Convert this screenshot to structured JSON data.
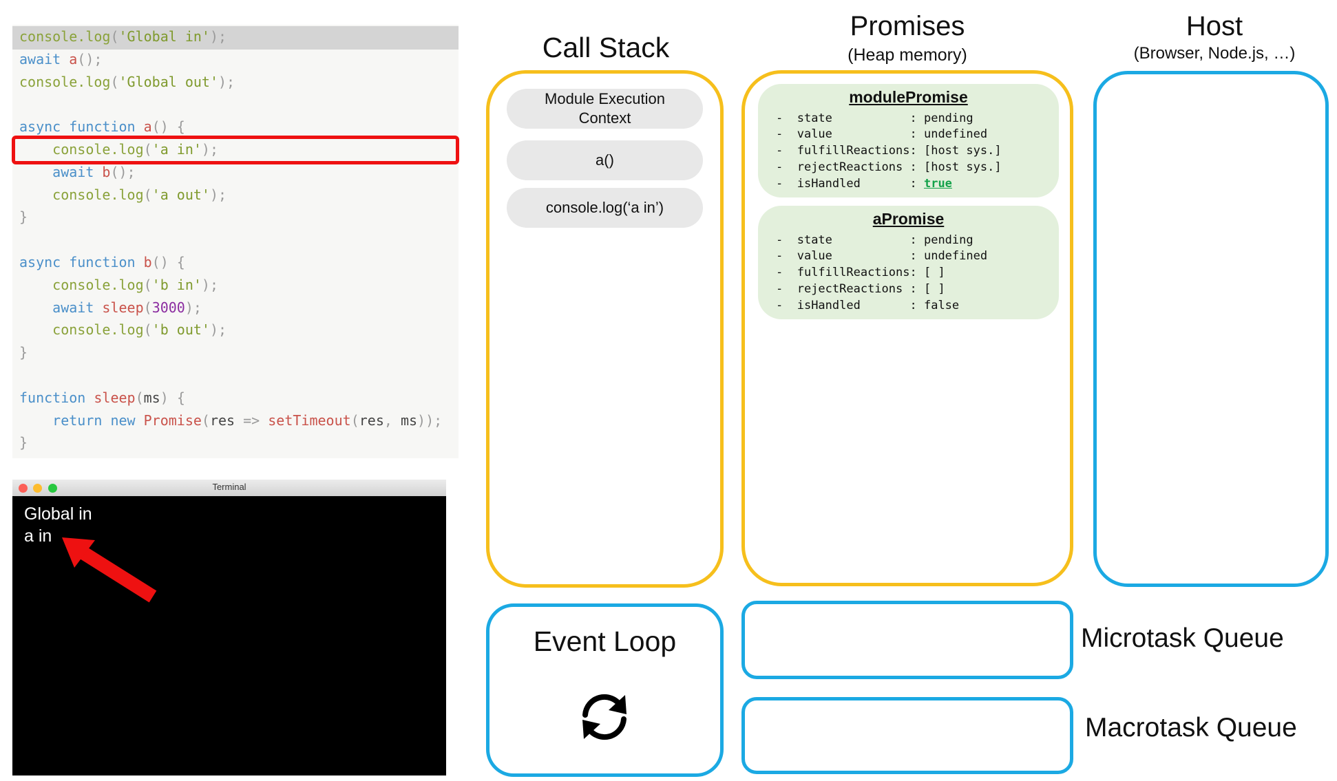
{
  "code": {
    "lines": [
      [
        [
          "log",
          "console.log"
        ],
        [
          "pn",
          "("
        ],
        [
          "str",
          "'Global in'"
        ],
        [
          "pn",
          ");"
        ]
      ],
      [
        [
          "kw",
          "await "
        ],
        [
          "fn",
          "a"
        ],
        [
          "pn",
          "();"
        ]
      ],
      [
        [
          "log",
          "console.log"
        ],
        [
          "pn",
          "("
        ],
        [
          "str",
          "'Global out'"
        ],
        [
          "pn",
          ");"
        ]
      ],
      [],
      [
        [
          "kw",
          "async function "
        ],
        [
          "fn",
          "a"
        ],
        [
          "pn",
          "() {"
        ]
      ],
      [
        [
          "id",
          "    "
        ],
        [
          "log",
          "console.log"
        ],
        [
          "pn",
          "("
        ],
        [
          "str",
          "'a in'"
        ],
        [
          "pn",
          ");"
        ]
      ],
      [
        [
          "id",
          "    "
        ],
        [
          "kw",
          "await "
        ],
        [
          "fn",
          "b"
        ],
        [
          "pn",
          "();"
        ]
      ],
      [
        [
          "id",
          "    "
        ],
        [
          "log",
          "console.log"
        ],
        [
          "pn",
          "("
        ],
        [
          "str",
          "'a out'"
        ],
        [
          "pn",
          ");"
        ]
      ],
      [
        [
          "pn",
          "}"
        ]
      ],
      [],
      [
        [
          "kw",
          "async function "
        ],
        [
          "fn",
          "b"
        ],
        [
          "pn",
          "() {"
        ]
      ],
      [
        [
          "id",
          "    "
        ],
        [
          "log",
          "console.log"
        ],
        [
          "pn",
          "("
        ],
        [
          "str",
          "'b in'"
        ],
        [
          "pn",
          ");"
        ]
      ],
      [
        [
          "id",
          "    "
        ],
        [
          "kw",
          "await "
        ],
        [
          "fn",
          "sleep"
        ],
        [
          "pn",
          "("
        ],
        [
          "num",
          "3000"
        ],
        [
          "pn",
          ");"
        ]
      ],
      [
        [
          "id",
          "    "
        ],
        [
          "log",
          "console.log"
        ],
        [
          "pn",
          "("
        ],
        [
          "str",
          "'b out'"
        ],
        [
          "pn",
          ");"
        ]
      ],
      [
        [
          "pn",
          "}"
        ]
      ],
      [],
      [
        [
          "kw",
          "function "
        ],
        [
          "fn",
          "sleep"
        ],
        [
          "pn",
          "("
        ],
        [
          "id",
          "ms"
        ],
        [
          "pn",
          ") {"
        ]
      ],
      [
        [
          "id",
          "    "
        ],
        [
          "kw",
          "return new "
        ],
        [
          "fn",
          "Promise"
        ],
        [
          "pn",
          "("
        ],
        [
          "id",
          "res "
        ],
        [
          "pn",
          "=> "
        ],
        [
          "fn",
          "setTimeout"
        ],
        [
          "pn",
          "("
        ],
        [
          "id",
          "res"
        ],
        [
          "pn",
          ", "
        ],
        [
          "id",
          "ms"
        ],
        [
          "pn",
          "));"
        ]
      ],
      [
        [
          "pn",
          "}"
        ]
      ]
    ]
  },
  "terminal": {
    "title": "Terminal",
    "lines": [
      "Global in",
      "a in"
    ]
  },
  "call_stack": {
    "title": "Call Stack",
    "frames": [
      "Module Execution Context",
      "a()",
      "console.log(‘a in’)"
    ]
  },
  "promises": {
    "title": "Promises",
    "subtitle": "(Heap memory)",
    "cards": [
      {
        "name": "modulePromise",
        "rows": [
          {
            "key": "state",
            "value": "pending"
          },
          {
            "key": "value",
            "value": "undefined"
          },
          {
            "key": "fulfillReactions",
            "value": "[host sys.]"
          },
          {
            "key": "rejectReactions",
            "value": "[host sys.]"
          },
          {
            "key": "isHandled",
            "value": "true",
            "highlight": "#14a24a"
          }
        ]
      },
      {
        "name": "aPromise",
        "rows": [
          {
            "key": "state",
            "value": "pending"
          },
          {
            "key": "value",
            "value": "undefined"
          },
          {
            "key": "fulfillReactions",
            "value": "[ ]"
          },
          {
            "key": "rejectReactions",
            "value": "[ ]"
          },
          {
            "key": "isHandled",
            "value": "false"
          }
        ]
      }
    ]
  },
  "host": {
    "title": "Host",
    "subtitle": "(Browser, Node.js, …)"
  },
  "event_loop": {
    "title": "Event Loop",
    "icon": "refresh-icon"
  },
  "microtask_queue": {
    "label": "Microtask Queue",
    "items": []
  },
  "macrotask_queue": {
    "label": "Macrotask Queue",
    "items": []
  },
  "colors": {
    "highlight": "#ee1111",
    "yellow_border": "#f6bf1c",
    "blue_border": "#1ba9e3",
    "promise_card": "#e3f0dc",
    "frame": "#e8e8e8",
    "handled_true": "#14a24a"
  }
}
